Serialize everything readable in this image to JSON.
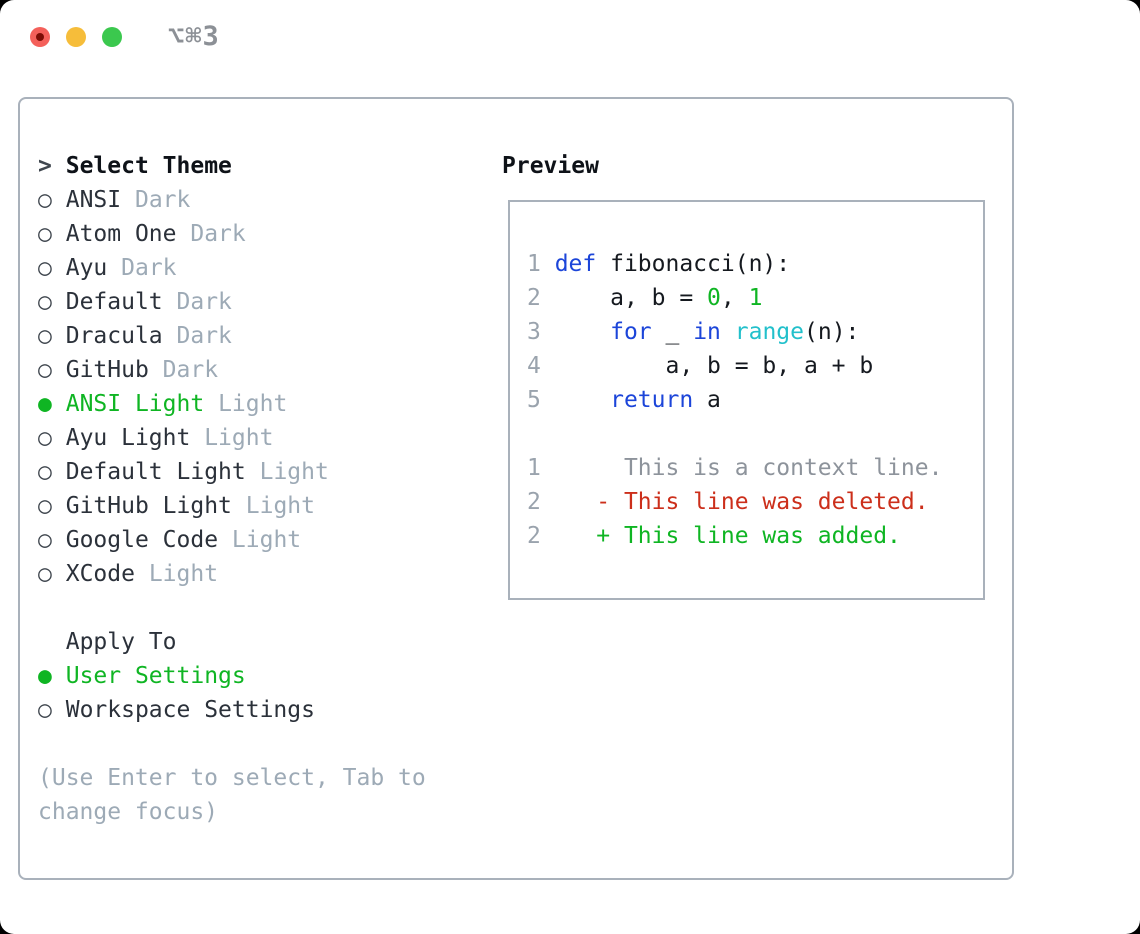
{
  "colors": {
    "accent_green": "#0fb523",
    "keyword_blue": "#1c45d9",
    "builtin_cyan": "#22c0cb",
    "number_green": "#0fb523",
    "deleted_red": "#cc2f1b",
    "added_green": "#0fb523",
    "line_number_gray": "#9aa3ad",
    "context_gray": "#8d939b",
    "muted_gray": "#9daab6",
    "text_dark": "#2b313a",
    "heading_black": "#0e1218",
    "code_black": "#15191f",
    "radio_gray": "#40474f",
    "border_gray": "#a9b1bb",
    "shortcut_gray": "#8c9096",
    "traffic_red": "#f4605a",
    "traffic_red_dot": "#7c0d05",
    "traffic_yellow": "#f6bd3a",
    "traffic_green": "#3bc84e"
  },
  "titlebar": {
    "shortcut": "⌥⌘3"
  },
  "glyphs": {
    "radio_selected": "●",
    "radio_unselected": "○",
    "prompt": ">"
  },
  "theme_list": {
    "prefix": ">",
    "title": "Select Theme",
    "items": [
      {
        "label": "ANSI",
        "variant": "Dark",
        "selected": false
      },
      {
        "label": "Atom One",
        "variant": "Dark",
        "selected": false
      },
      {
        "label": "Ayu",
        "variant": "Dark",
        "selected": false
      },
      {
        "label": "Default",
        "variant": "Dark",
        "selected": false
      },
      {
        "label": "Dracula",
        "variant": "Dark",
        "selected": false
      },
      {
        "label": "GitHub",
        "variant": "Dark",
        "selected": false
      },
      {
        "label": "ANSI Light",
        "variant": "Light",
        "selected": true
      },
      {
        "label": "Ayu Light",
        "variant": "Light",
        "selected": false
      },
      {
        "label": "Default Light",
        "variant": "Light",
        "selected": false
      },
      {
        "label": "GitHub Light",
        "variant": "Light",
        "selected": false
      },
      {
        "label": "Google Code",
        "variant": "Light",
        "selected": false
      },
      {
        "label": "XCode",
        "variant": "Light",
        "selected": false
      }
    ]
  },
  "apply_to": {
    "title": "Apply To",
    "options": [
      {
        "label": "User Settings",
        "selected": true
      },
      {
        "label": "Workspace Settings",
        "selected": false
      }
    ]
  },
  "hint": "(Use Enter to select, Tab to change focus)",
  "preview": {
    "title": "Preview",
    "lines": [
      {
        "kind": "code",
        "num": "1",
        "segments": [
          {
            "text": "def",
            "color": "keyword"
          },
          {
            "text": " fibonacci(n):",
            "color": "plain"
          }
        ]
      },
      {
        "kind": "code",
        "num": "2",
        "segments": [
          {
            "text": "    a, b = ",
            "color": "plain"
          },
          {
            "text": "0",
            "color": "number"
          },
          {
            "text": ", ",
            "color": "plain"
          },
          {
            "text": "1",
            "color": "number"
          }
        ]
      },
      {
        "kind": "code",
        "num": "3",
        "segments": [
          {
            "text": "    ",
            "color": "plain"
          },
          {
            "text": "for",
            "color": "keyword"
          },
          {
            "text": " _ ",
            "color": "plain"
          },
          {
            "text": "in",
            "color": "keyword"
          },
          {
            "text": " ",
            "color": "plain"
          },
          {
            "text": "range",
            "color": "builtin"
          },
          {
            "text": "(n):",
            "color": "plain"
          }
        ]
      },
      {
        "kind": "code",
        "num": "4",
        "segments": [
          {
            "text": "        a, b = b, a + b",
            "color": "plain"
          }
        ]
      },
      {
        "kind": "code",
        "num": "5",
        "segments": [
          {
            "text": "    ",
            "color": "plain"
          },
          {
            "text": "return",
            "color": "keyword"
          },
          {
            "text": " a",
            "color": "plain"
          }
        ]
      },
      {
        "kind": "blank",
        "num": "",
        "segments": []
      },
      {
        "kind": "context",
        "num": "1",
        "segments": [
          {
            "text": "     This is a context line.",
            "color": "context"
          }
        ]
      },
      {
        "kind": "deleted",
        "num": "2",
        "segments": [
          {
            "text": "   - This line was deleted.",
            "color": "deleted"
          }
        ]
      },
      {
        "kind": "added",
        "num": "2",
        "segments": [
          {
            "text": "   + This line was added.",
            "color": "added"
          }
        ]
      }
    ]
  }
}
